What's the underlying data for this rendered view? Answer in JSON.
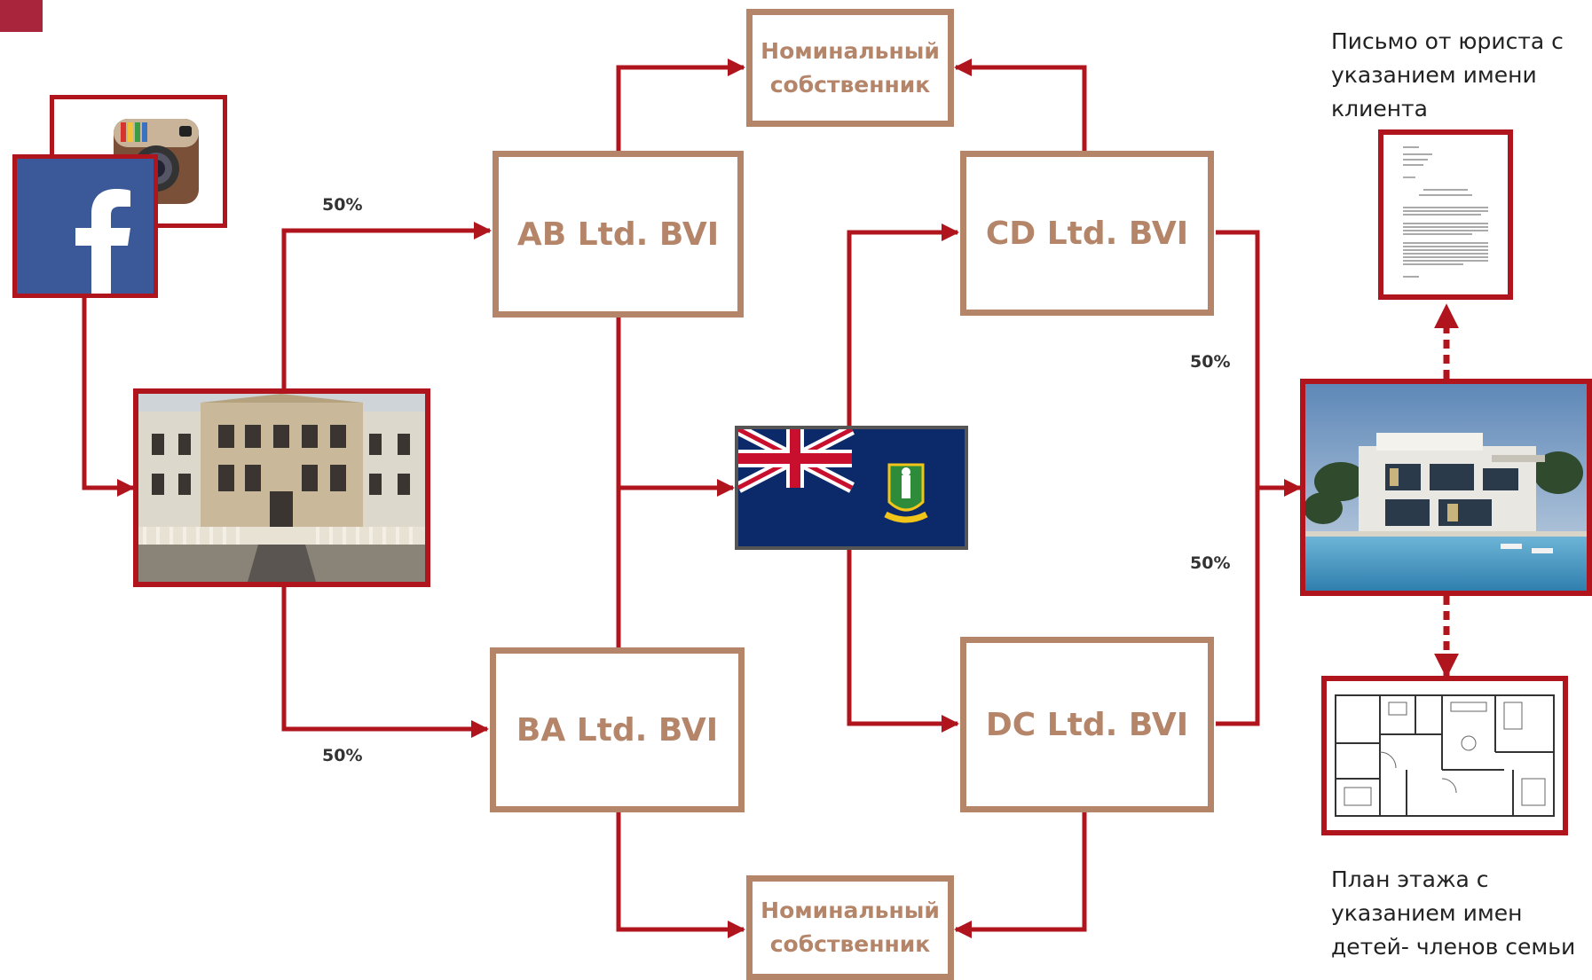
{
  "colors": {
    "arrow": "#b0141d",
    "box_border": "#b5856a",
    "box_text": "#b5856a"
  },
  "entities": {
    "ab": "AB Ltd. BVI",
    "ba": "BA Ltd. BVI",
    "cd": "CD Ltd. BVI",
    "dc": "DC Ltd. BVI"
  },
  "nominee": {
    "top": {
      "line1": "Номинальный",
      "line2": "собственник"
    },
    "bottom": {
      "line1": "Номинальный",
      "line2": "собственник"
    }
  },
  "percentages": {
    "to_ab": "50%",
    "to_ba": "50%",
    "from_cd": "50%",
    "from_dc": "50%"
  },
  "captions": {
    "lawyer_letter": {
      "line1": "Письмо от юриста с",
      "line2": "указанием имени",
      "line3": "клиента"
    },
    "floor_plan": {
      "line1": "План этажа с",
      "line2": "указанием имен",
      "line3": "детей- членов семьи"
    }
  },
  "icons": [
    "instagram-icon",
    "facebook-icon",
    "london-mansion-photo",
    "bvi-flag",
    "villa-photo",
    "letter-document",
    "floor-plan-drawing"
  ]
}
